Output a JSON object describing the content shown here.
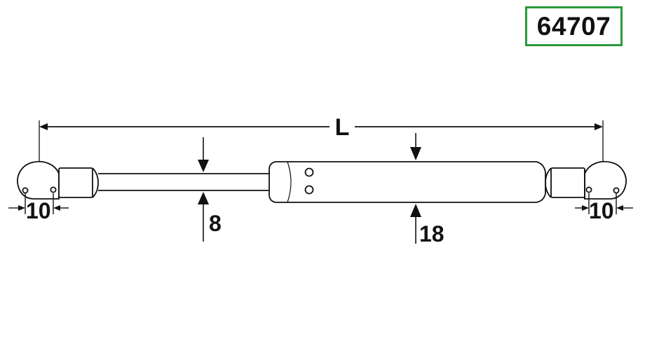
{
  "part_number": "64707",
  "colors": {
    "badge_border": "#2a9a3c",
    "line": "#111111"
  },
  "dimensions": {
    "overall_length": "L",
    "rod_diameter": "8",
    "body_diameter": "18",
    "left_fitting": "10",
    "right_fitting": "10"
  }
}
